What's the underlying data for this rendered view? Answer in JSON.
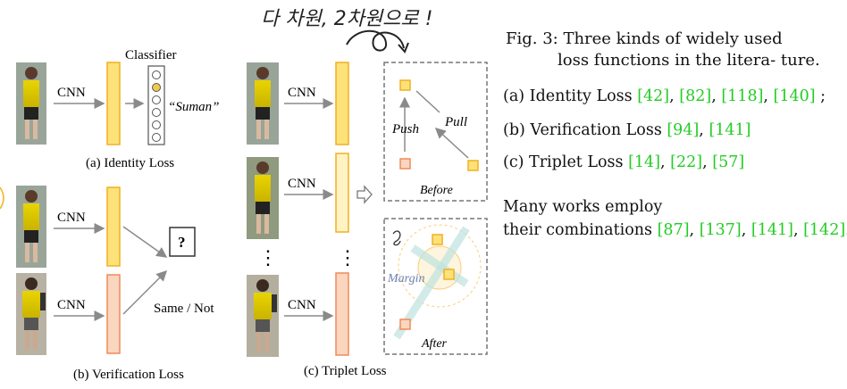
{
  "figure": {
    "annotation_handwritten": "다 차원, 2차원으로 !",
    "identity": {
      "cnn_label": "CNN",
      "classifier_label": "Classifier",
      "output_label": "“Suman”",
      "caption": "(a) Identity Loss"
    },
    "verification": {
      "cnn_top_label": "CNN",
      "cnn_bottom_label": "CNN",
      "question_label": "?",
      "same_not_label": "Same / Not",
      "caption": "(b) Verification Loss"
    },
    "triplet": {
      "cnn_labels": [
        "CNN",
        "CNN",
        "CNN"
      ],
      "ellipsis": "⋮",
      "push_label": "Push",
      "pull_label": "Pull",
      "before_label": "Before",
      "margin_label": "Margin",
      "after_label": "After",
      "caption": "(c) Triplet Loss"
    }
  },
  "caption": {
    "line1": "Fig. 3: Three kinds of widely used",
    "line2": "loss functions in the litera- ture."
  },
  "refs": {
    "identity": {
      "prefix": "(a) Identity Loss ",
      "cites": [
        "[42]",
        "[82]",
        "[118]",
        "[140]"
      ],
      "suffix": " ;"
    },
    "verification": {
      "prefix": "(b) Verification  Loss ",
      "cites": [
        "[94]",
        "[141]"
      ]
    },
    "triplet": {
      "prefix": "(c)  Triplet  Loss  ",
      "cites": [
        "[14]",
        "[22]",
        "[57]"
      ]
    }
  },
  "paragraph": {
    "line1": "Many  works employ",
    "line2_prefix": "their combinations ",
    "cites": [
      "[87]",
      "[137]",
      "[141]",
      "[142]"
    ],
    "line2_suffix": "."
  },
  "colors": {
    "yellow_fill": "#fde27a",
    "yellow_stroke": "#f2b01e",
    "orange_fill": "#fbd6bf",
    "orange_stroke": "#ef8a5a",
    "citation_green": "#22cc22",
    "arrow_gray": "#8a8a8a"
  }
}
